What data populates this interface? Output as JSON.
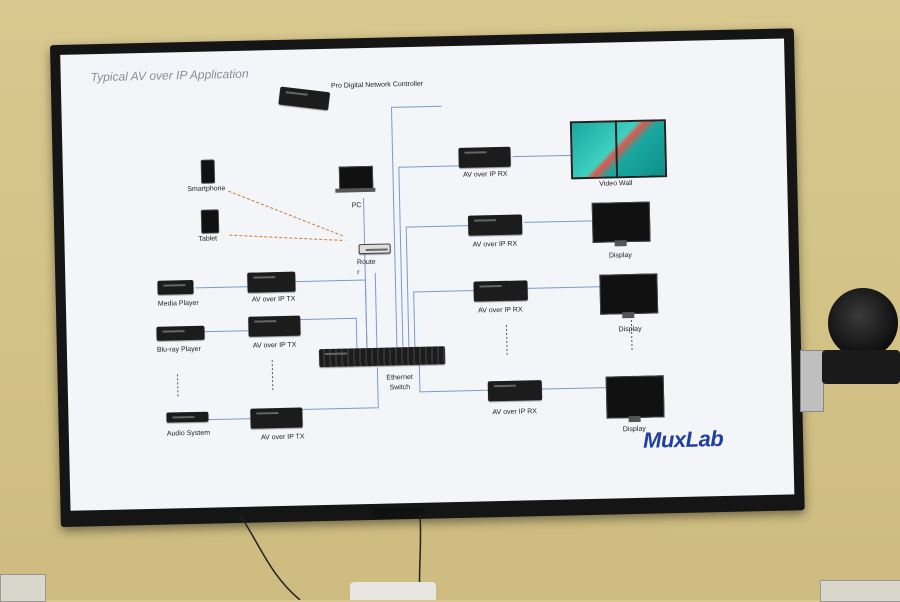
{
  "slide": {
    "title": "Typical AV over IP Application",
    "controller": "Pro Digital Network Controller",
    "pc": "PC",
    "router": "Route r",
    "smartphone": "Smartphone",
    "tablet": "Tablet",
    "switch": "Ethernet Switch",
    "sources": [
      "Media Player",
      "Blu-ray Player",
      "Audio System"
    ],
    "tx_label": "AV over IP TX",
    "rx_label": "AV over IP RX",
    "video_wall": "Video Wall",
    "display": "Display",
    "brand": "MuxLab"
  },
  "colors": {
    "wall": "#d6c68c",
    "screen": "#f4f5f9",
    "wire": "#7a9cc8",
    "wifi": "#d07a30",
    "brand": "#2040a0"
  }
}
